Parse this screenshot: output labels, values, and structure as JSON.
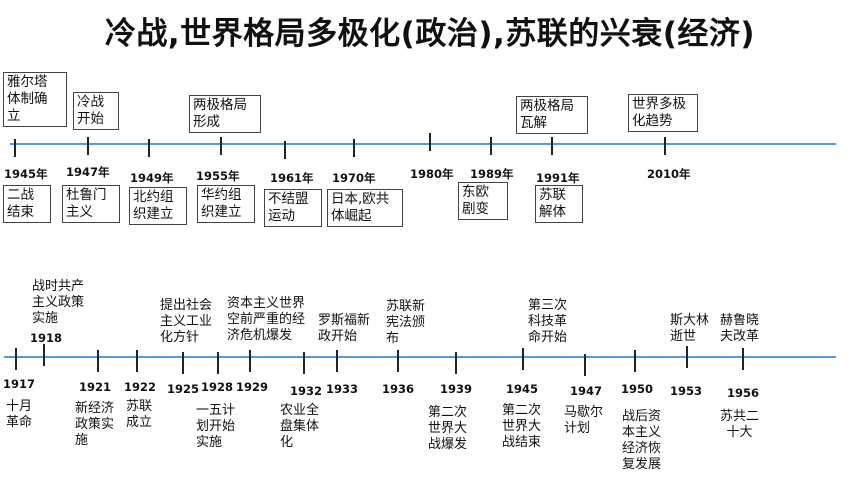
{
  "title": "冷战,世界格局多极化(政治),苏联的兴衰(经济)",
  "timeline1": {
    "years": [
      "1945年",
      "1947年",
      "1949年",
      "1955年",
      "1961年",
      "1970年",
      "1980年",
      "1989年",
      "1991年",
      "2010年"
    ],
    "above": [
      [
        "雅尔塔",
        "体制确",
        "立"
      ],
      [
        "冷战",
        "开始"
      ],
      [
        "两极格局",
        "形成"
      ],
      [
        "两极格局",
        "瓦解"
      ],
      [
        "世界多极",
        "化趋势"
      ]
    ],
    "below": [
      [
        "二战",
        "结束"
      ],
      [
        "杜鲁门",
        "主义"
      ],
      [
        "北约组",
        "织建立"
      ],
      [
        "华约组",
        "织建立"
      ],
      [
        "不结盟",
        "运动"
      ],
      [
        "日本,欧共",
        "体崛起"
      ],
      [
        "东欧",
        "剧变"
      ],
      [
        "苏联",
        "解体"
      ]
    ]
  },
  "timeline2": {
    "years": [
      "1917",
      "1918",
      "1921",
      "1922",
      "1925",
      "1928",
      "1929",
      "1932",
      "1933",
      "1936",
      "1939",
      "1945",
      "1947",
      "1950",
      "1953",
      "1956"
    ],
    "above": [
      [
        "战时共产",
        "主义政策",
        "实施"
      ],
      [
        "提出社会",
        "主义工业",
        "化方针"
      ],
      [
        "资本主义世界",
        "空前严重的经",
        "济危机爆发"
      ],
      [
        "罗斯福新",
        "政开始"
      ],
      [
        "苏联新",
        "宪法颁",
        "布"
      ],
      [
        "第三次",
        "科技革",
        "命开始"
      ],
      [
        "斯大林",
        "逝世"
      ],
      [
        "赫鲁晓",
        "夫改革"
      ]
    ],
    "below": [
      [
        "十月",
        "革命"
      ],
      [
        "新经济",
        "政策实",
        "施"
      ],
      [
        "苏联",
        "成立"
      ],
      [
        "一五计",
        "划开始",
        "实施"
      ],
      [
        "农业全",
        "盘集体",
        "化"
      ],
      [
        "第二次",
        "世界大",
        "战爆发"
      ],
      [
        "第二次",
        "世界大",
        "战结束"
      ],
      [
        "马歇尔",
        "计划"
      ],
      [
        "战后资",
        "本主义",
        "经济恢",
        "复发展"
      ],
      [
        "苏共二",
        "十大"
      ]
    ]
  }
}
